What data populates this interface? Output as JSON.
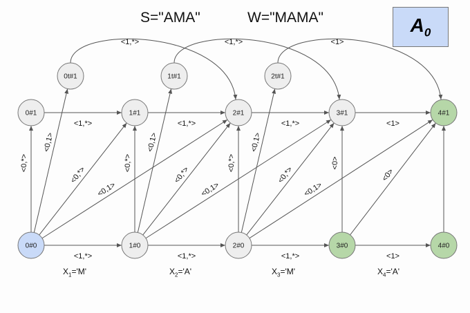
{
  "header": {
    "s_text": "S=\"AMA\"",
    "w_text": "W=\"MAMA\"",
    "automaton_letter": "A",
    "automaton_index": "0"
  },
  "colors": {
    "default_node": "#eeeeee",
    "start_node": "#c9daf8",
    "final_node": "#b6d7a8",
    "edge": "#555555"
  },
  "nodes": [
    {
      "id": "0#0",
      "col": 0,
      "row": "0",
      "kind": "start"
    },
    {
      "id": "1#0",
      "col": 1,
      "row": "0",
      "kind": "default"
    },
    {
      "id": "2#0",
      "col": 2,
      "row": "0",
      "kind": "default"
    },
    {
      "id": "3#0",
      "col": 3,
      "row": "0",
      "kind": "final"
    },
    {
      "id": "4#0",
      "col": 4,
      "row": "0",
      "kind": "final"
    },
    {
      "id": "0#1",
      "col": 0,
      "row": "1",
      "kind": "default"
    },
    {
      "id": "1#1",
      "col": 1,
      "row": "1",
      "kind": "default"
    },
    {
      "id": "2#1",
      "col": 2,
      "row": "1",
      "kind": "default"
    },
    {
      "id": "3#1",
      "col": 3,
      "row": "1",
      "kind": "default"
    },
    {
      "id": "4#1",
      "col": 4,
      "row": "1",
      "kind": "final"
    },
    {
      "id": "0t#1",
      "col": 0,
      "row": "t",
      "kind": "default"
    },
    {
      "id": "1t#1",
      "col": 1,
      "row": "t",
      "kind": "default"
    },
    {
      "id": "2t#1",
      "col": 2,
      "row": "t",
      "kind": "default"
    }
  ],
  "edges": [
    {
      "from": "0#0",
      "to": "1#0",
      "label": "<1,*>"
    },
    {
      "from": "1#0",
      "to": "2#0",
      "label": "<1,*>"
    },
    {
      "from": "2#0",
      "to": "3#0",
      "label": "<1,*>"
    },
    {
      "from": "3#0",
      "to": "4#0",
      "label": "<1>"
    },
    {
      "from": "0#1",
      "to": "1#1",
      "label": "<1,*>"
    },
    {
      "from": "1#1",
      "to": "2#1",
      "label": "<1,*>"
    },
    {
      "from": "2#1",
      "to": "3#1",
      "label": "<1,*>"
    },
    {
      "from": "3#1",
      "to": "4#1",
      "label": "<1>"
    },
    {
      "from": "0#0",
      "to": "0#1",
      "label": "<0,*>"
    },
    {
      "from": "1#0",
      "to": "1#1",
      "label": "<0,*>"
    },
    {
      "from": "2#0",
      "to": "2#1",
      "label": "<0,*>"
    },
    {
      "from": "3#0",
      "to": "3#1",
      "label": "<0>"
    },
    {
      "from": "4#0",
      "to": "4#1",
      "label": ""
    },
    {
      "from": "0#0",
      "to": "0t#1",
      "label": "<0,1>"
    },
    {
      "from": "1#0",
      "to": "1t#1",
      "label": "<0,1>"
    },
    {
      "from": "2#0",
      "to": "2t#1",
      "label": "<0,1>"
    },
    {
      "from": "0#0",
      "to": "1#1",
      "label": "<0,*>"
    },
    {
      "from": "1#0",
      "to": "2#1",
      "label": "<0,*>"
    },
    {
      "from": "2#0",
      "to": "3#1",
      "label": "<0,*>"
    },
    {
      "from": "3#0",
      "to": "4#1",
      "label": "<0>"
    },
    {
      "from": "0#0",
      "to": "2#1",
      "label": "<0,1>"
    },
    {
      "from": "1#0",
      "to": "3#1",
      "label": "<0,1>"
    },
    {
      "from": "2#0",
      "to": "4#1",
      "label": "<0,1>"
    },
    {
      "from": "0t#1",
      "to": "2#1",
      "label": "<1,*>",
      "curve": true
    },
    {
      "from": "1t#1",
      "to": "3#1",
      "label": "<1,*>",
      "curve": true
    },
    {
      "from": "2t#1",
      "to": "4#1",
      "label": "<1>",
      "curve": true
    }
  ],
  "inputs": [
    {
      "var": "X",
      "index": "1",
      "value": "='M'"
    },
    {
      "var": "X",
      "index": "2",
      "value": "='A'"
    },
    {
      "var": "X",
      "index": "3",
      "value": "='M'"
    },
    {
      "var": "X",
      "index": "4",
      "value": "='A'"
    }
  ]
}
